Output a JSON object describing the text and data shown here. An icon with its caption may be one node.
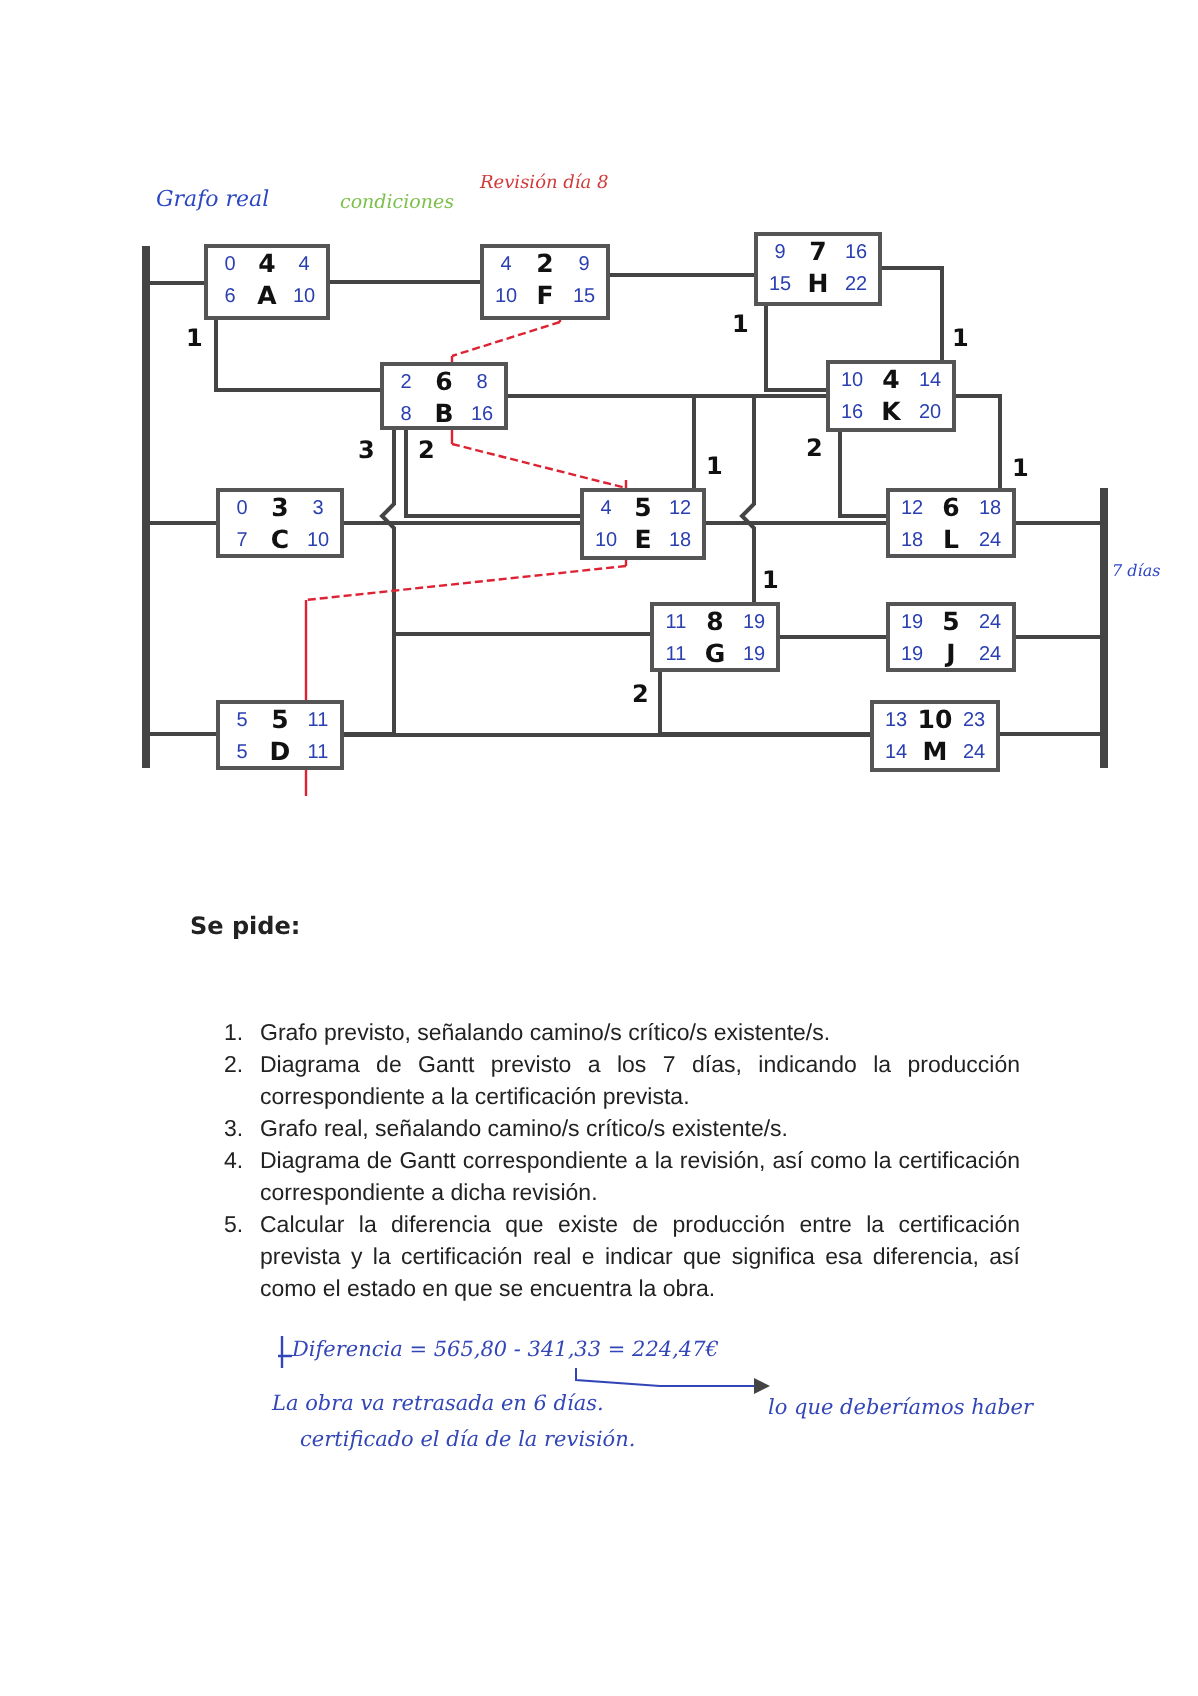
{
  "diagram": {
    "nodes": [
      {
        "text": [],
        "shape": "bar"
      },
      {
        "text": [
          "0",
          "4",
          "4",
          "6",
          "A",
          "10"
        ]
      },
      {
        "text": [
          "4",
          "2",
          "9",
          "10",
          "F",
          "15"
        ]
      },
      {
        "text": [
          "9",
          "7",
          "16",
          "15",
          "H",
          "22"
        ]
      },
      {
        "text": [
          "2",
          "6",
          "8",
          "8",
          "B",
          "16"
        ]
      },
      {
        "text": [
          "10",
          "4",
          "14",
          "16",
          "K",
          "20"
        ]
      },
      {
        "text": [
          "0",
          "3",
          "3",
          "7",
          "C",
          "10"
        ]
      },
      {
        "text": [
          "4",
          "5",
          "12",
          "10",
          "E",
          "18"
        ]
      },
      {
        "text": [
          "12",
          "6",
          "18",
          "18",
          "L",
          "24"
        ]
      },
      {
        "text": [
          "11",
          "8",
          "19",
          "11",
          "G",
          "19"
        ]
      },
      {
        "text": [
          "19",
          "5",
          "24",
          "19",
          "J",
          "24"
        ]
      },
      {
        "text": [
          "5",
          "5",
          "11",
          "5",
          "D",
          "11"
        ]
      },
      {
        "text": [
          "13",
          "10",
          "23",
          "14",
          "M",
          "24"
        ]
      },
      {
        "text": [],
        "shape": "bar",
        "beside": [
          "7 días"
        ]
      },
      {
        "text": [
          "Diferencia = 565,80 - 341,33 = 224,47€"
        ]
      },
      {
        "text": [
          "lo que deberíamos haber"
        ]
      }
    ],
    "edges": [
      {
        "from": 0,
        "to": 1,
        "arrow": "none"
      },
      {
        "from": 0,
        "to": 6,
        "arrow": "none"
      },
      {
        "from": 0,
        "to": 11,
        "arrow": "none"
      },
      {
        "from": 1,
        "to": 2,
        "arrow": "none"
      },
      {
        "from": 1,
        "to": 4,
        "arrow": "none",
        "label": "1"
      },
      {
        "from": 2,
        "to": 3,
        "arrow": "none"
      },
      {
        "from": 4,
        "to": 5,
        "arrow": "none"
      },
      {
        "from": 3,
        "to": 5,
        "arrow": "none",
        "label": "1"
      },
      {
        "from": 3,
        "to": 5,
        "arrow": "none",
        "label": "1"
      },
      {
        "from": 4,
        "to": 7,
        "arrow": "none",
        "label": "2"
      },
      {
        "from": 4,
        "to": 9,
        "arrow": "none",
        "label": "3"
      },
      {
        "from": 6,
        "to": 7,
        "arrow": "none"
      },
      {
        "from": 4,
        "to": 7,
        "arrow": "none",
        "label": "1"
      },
      {
        "from": 4,
        "to": 9,
        "arrow": "none",
        "label": "1"
      },
      {
        "from": 7,
        "to": 8,
        "arrow": "none"
      },
      {
        "from": 5,
        "to": 8,
        "arrow": "none",
        "label": "2"
      },
      {
        "from": 5,
        "to": 8,
        "arrow": "none",
        "label": "1"
      },
      {
        "from": 9,
        "to": 10,
        "arrow": "none"
      },
      {
        "from": 9,
        "to": 12,
        "arrow": "none",
        "label": "2"
      },
      {
        "from": 11,
        "to": 12,
        "arrow": "none"
      },
      {
        "from": 11,
        "to": 9,
        "arrow": "none"
      },
      {
        "from": 8,
        "to": 13,
        "arrow": "none"
      },
      {
        "from": 10,
        "to": 13,
        "arrow": "none"
      },
      {
        "from": 12,
        "to": 13,
        "arrow": "none"
      },
      {
        "from": 14,
        "to": 15,
        "arrow": "to",
        "color": "#3346b8"
      }
    ],
    "labels": [
      "Grafo real",
      "condiciones",
      "Revisión día 8",
      "Se pide:",
      "1.",
      "Grafo previsto, señalando camino/s crítico/s existente/s.",
      "2.",
      "Diagrama de Gantt previsto a los 7 días, indicando la producción correspondiente a la certificación prevista.",
      "3.",
      "Grafo real, señalando camino/s crítico/s existente/s.",
      "4.",
      "Diagrama de Gantt correspondiente a la revisión, así como la certificación correspondiente a dicha revisión.",
      "5.",
      "Calcular la diferencia que existe de producción entre la certificación prevista y la certificación real e indicar que significa esa diferencia, así como el estado en que se encuentra la obra.",
      "La obra va retrasada en 6 días.",
      "certificado el día de la revisión."
    ]
  }
}
